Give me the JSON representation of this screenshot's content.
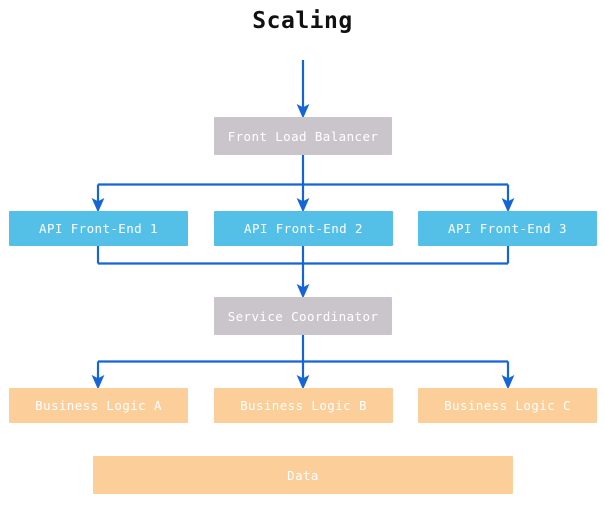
{
  "title": "Scaling",
  "colors": {
    "background": "#ffffff",
    "title_text": "#111111",
    "node_gray": "#c9c5ca",
    "node_blue": "#54c0e8",
    "node_orange": "#fccf9a",
    "node_label": "#ffffff",
    "edge": "#1565d8"
  },
  "nodes": {
    "front_load_balancer": {
      "label": "Front Load Balancer",
      "style": "gray"
    },
    "api_front_end_1": {
      "label": "API Front-End 1",
      "style": "blue"
    },
    "api_front_end_2": {
      "label": "API Front-End 2",
      "style": "blue"
    },
    "api_front_end_3": {
      "label": "API Front-End 3",
      "style": "blue"
    },
    "service_coordinator": {
      "label": "Service Coordinator",
      "style": "gray"
    },
    "business_logic_a": {
      "label": "Business Logic A",
      "style": "orange"
    },
    "business_logic_b": {
      "label": "Business Logic B",
      "style": "orange"
    },
    "business_logic_c": {
      "label": "Business Logic C",
      "style": "orange"
    },
    "data": {
      "label": "Data",
      "style": "orange"
    }
  },
  "edges": [
    {
      "from": "entry",
      "to": "front_load_balancer",
      "arrow": true
    },
    {
      "from": "front_load_balancer",
      "to": "api_front_end_1",
      "arrow": true
    },
    {
      "from": "front_load_balancer",
      "to": "api_front_end_2",
      "arrow": true
    },
    {
      "from": "front_load_balancer",
      "to": "api_front_end_3",
      "arrow": true
    },
    {
      "from": "api_front_end_1",
      "to": "service_coordinator",
      "arrow": true
    },
    {
      "from": "api_front_end_2",
      "to": "service_coordinator",
      "arrow": true
    },
    {
      "from": "api_front_end_3",
      "to": "service_coordinator",
      "arrow": true
    },
    {
      "from": "service_coordinator",
      "to": "business_logic_a",
      "arrow": true
    },
    {
      "from": "service_coordinator",
      "to": "business_logic_b",
      "arrow": true
    },
    {
      "from": "service_coordinator",
      "to": "business_logic_c",
      "arrow": true
    }
  ]
}
